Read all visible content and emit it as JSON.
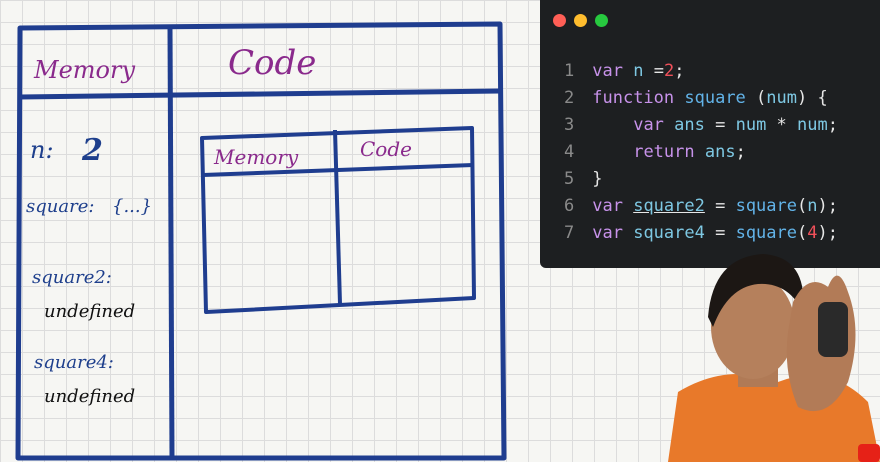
{
  "board": {
    "outer": {
      "memory_title": "Memory",
      "code_title": "Code"
    },
    "memory_entries": [
      {
        "name": "n:",
        "value": "2"
      },
      {
        "name": "square:",
        "value": "{...}"
      },
      {
        "name": "square2:",
        "value": "undefined"
      },
      {
        "name": "square4:",
        "value": "undefined"
      }
    ],
    "inner": {
      "memory_title": "Memory",
      "code_title": "Code"
    }
  },
  "editor": {
    "window_dots": {
      "red": "#ff5f56",
      "yellow": "#ffbd2e",
      "green": "#27c93f"
    },
    "lines": [
      {
        "num": "1",
        "tokens": [
          [
            "kw",
            "var "
          ],
          [
            "id",
            "n "
          ],
          [
            "op",
            "="
          ],
          [
            "num",
            "2"
          ],
          [
            "op",
            ";"
          ]
        ]
      },
      {
        "num": "2",
        "tokens": [
          [
            "kw",
            "function "
          ],
          [
            "fn",
            "square "
          ],
          [
            "op",
            "("
          ],
          [
            "id",
            "num"
          ],
          [
            "op",
            ") {"
          ]
        ]
      },
      {
        "num": "3",
        "tokens": [
          [
            "op",
            "    "
          ],
          [
            "kw",
            "var "
          ],
          [
            "id",
            "ans "
          ],
          [
            "op",
            "= "
          ],
          [
            "id",
            "num "
          ],
          [
            "op",
            "* "
          ],
          [
            "id",
            "num"
          ],
          [
            "op",
            ";"
          ]
        ]
      },
      {
        "num": "4",
        "tokens": [
          [
            "op",
            "    "
          ],
          [
            "kw",
            "return "
          ],
          [
            "id",
            "ans"
          ],
          [
            "op",
            ";"
          ]
        ]
      },
      {
        "num": "5",
        "tokens": [
          [
            "op",
            "}"
          ]
        ]
      },
      {
        "num": "6",
        "tokens": [
          [
            "kw",
            "var "
          ],
          [
            "id",
            "square2"
          ],
          [
            "op",
            " = "
          ],
          [
            "fn",
            "square"
          ],
          [
            "op",
            "("
          ],
          [
            "id",
            "n"
          ],
          [
            "op",
            ");"
          ]
        ]
      },
      {
        "num": "7",
        "tokens": [
          [
            "kw",
            "var "
          ],
          [
            "id",
            "square4"
          ],
          [
            "op",
            " = "
          ],
          [
            "fn",
            "square"
          ],
          [
            "op",
            "("
          ],
          [
            "num",
            "4"
          ],
          [
            "op",
            ");"
          ]
        ]
      }
    ]
  },
  "colors": {
    "board_blue": "#1f3d8f",
    "handwriting_purple": "#8a2a8c",
    "editor_bg": "#1d1f21"
  },
  "presenter": {
    "shirt_color": "#e8792a"
  }
}
